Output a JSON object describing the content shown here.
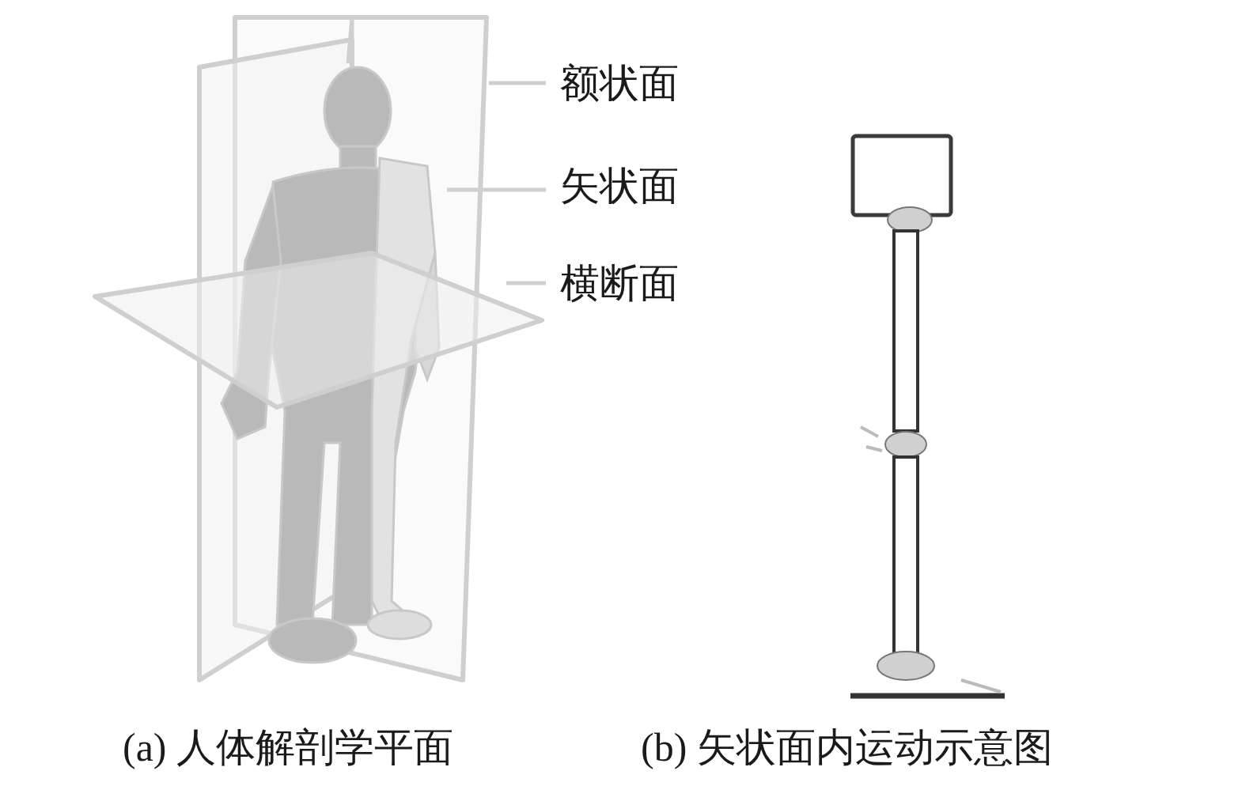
{
  "diagram": {
    "labels": [
      "额状面",
      "矢状面",
      "横断面",
      "(a) 人体解剖学平面",
      "(b) 矢状面内运动示意图"
    ]
  }
}
